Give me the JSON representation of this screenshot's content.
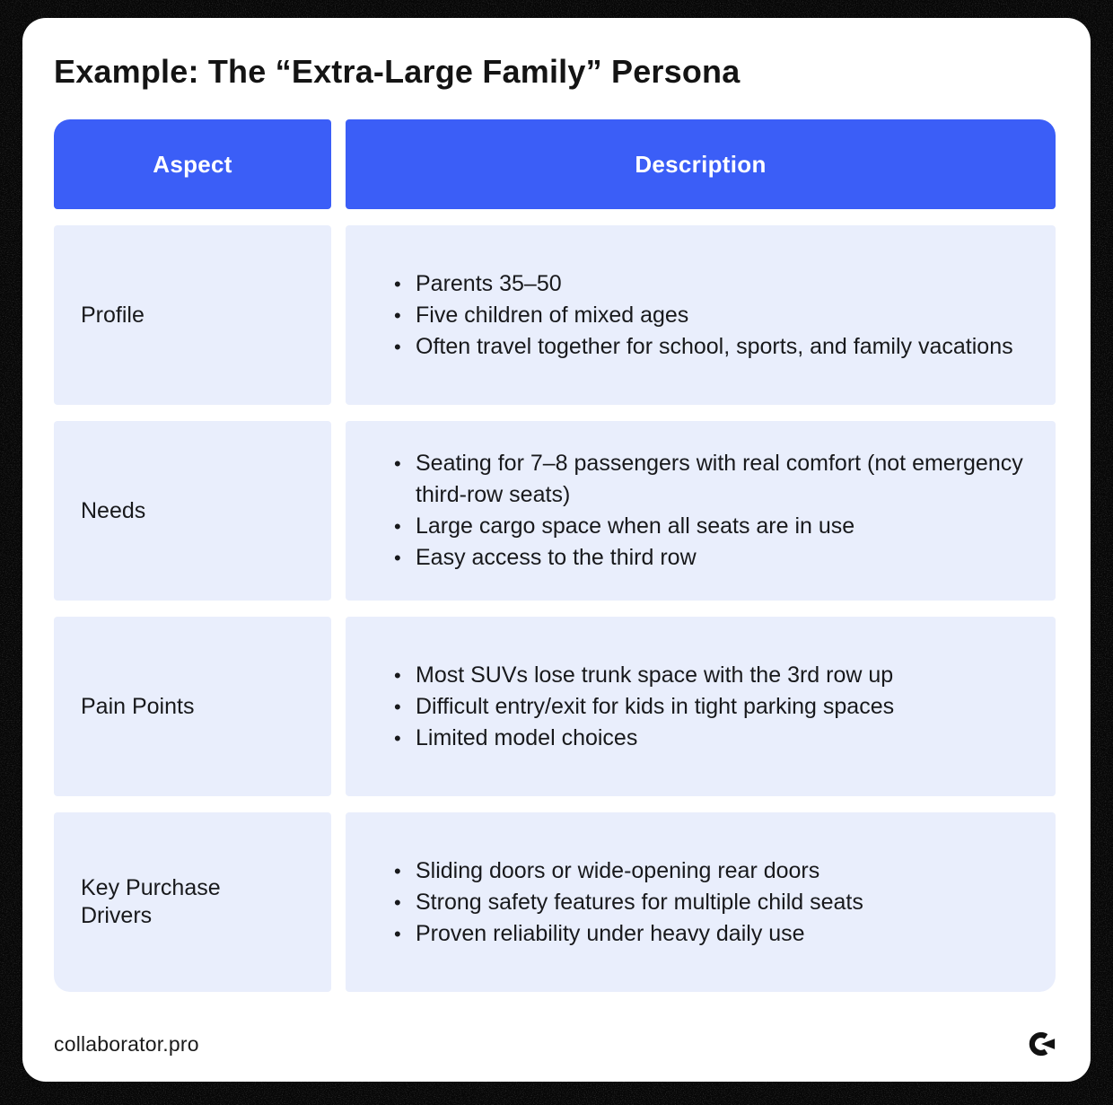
{
  "title": "Example: The “Extra-Large Family” Persona",
  "table": {
    "headers": [
      "Aspect",
      "Description"
    ],
    "rows": [
      {
        "aspect": "Profile",
        "bullets": [
          "Parents 35–50",
          "Five children of mixed ages",
          "Often travel together for school, sports, and family vacations"
        ]
      },
      {
        "aspect": "Needs",
        "bullets": [
          "Seating for 7–8 passengers with real comfort (not emergency third-row seats)",
          "Large cargo space when all seats are in use",
          "Easy access to the third row"
        ]
      },
      {
        "aspect": "Pain Points",
        "bullets": [
          "Most SUVs lose trunk space with the 3rd row up",
          "Difficult entry/exit for kids in tight parking spaces",
          "Limited model choices"
        ]
      },
      {
        "aspect": "Key Purchase Drivers",
        "bullets": [
          "Sliding doors or wide-opening rear doors",
          "Strong safety features for multiple child seats",
          "Proven reliability under heavy daily use"
        ]
      }
    ]
  },
  "footer": {
    "brand": "collaborator.pro",
    "logo_icon": "collaborator-logo-icon"
  },
  "colors": {
    "accent_blue": "#3b5ef7",
    "row_bg": "#e9eefc",
    "header_text": "#ffffff",
    "body_text": "#18191c",
    "card_bg": "#ffffff",
    "frame_bg": "#070707"
  }
}
